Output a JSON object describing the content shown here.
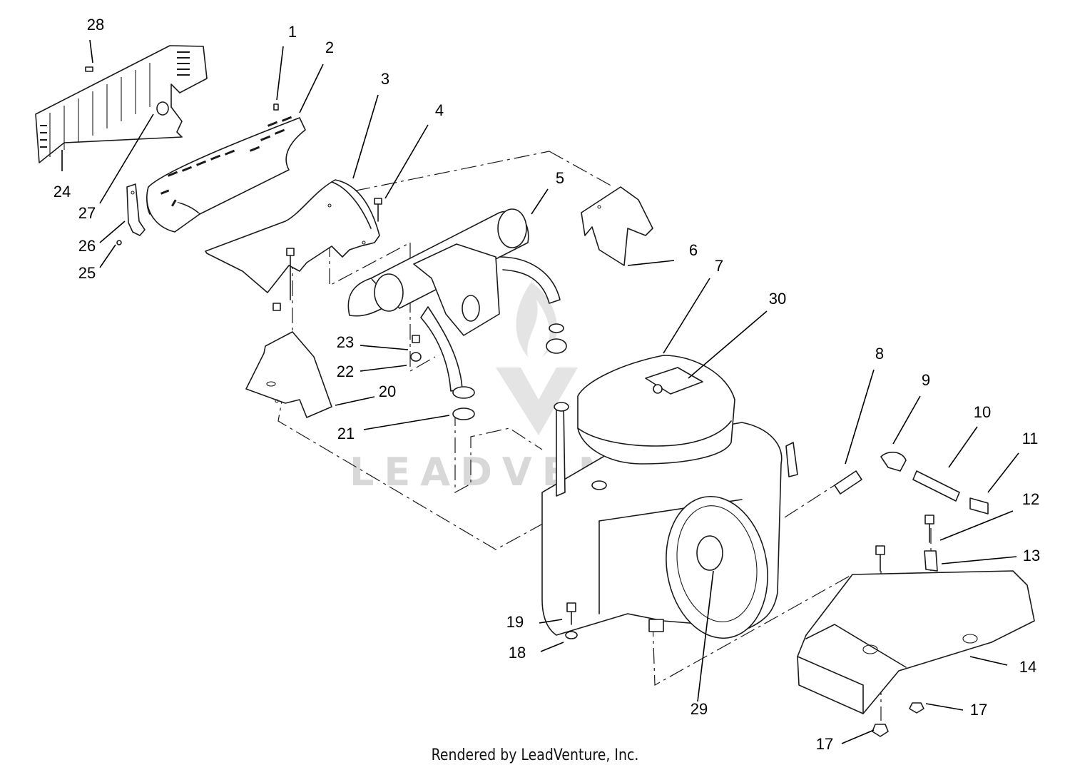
{
  "watermark": "LEADVENTURE",
  "footer": "Rendered by LeadVenture, Inc.",
  "callouts": [
    "1",
    "2",
    "3",
    "4",
    "5",
    "6",
    "7",
    "8",
    "9",
    "10",
    "11",
    "12",
    "13",
    "14",
    "17",
    "17",
    "18",
    "19",
    "20",
    "21",
    "22",
    "23",
    "24",
    "25",
    "26",
    "27",
    "28",
    "29",
    "30"
  ]
}
